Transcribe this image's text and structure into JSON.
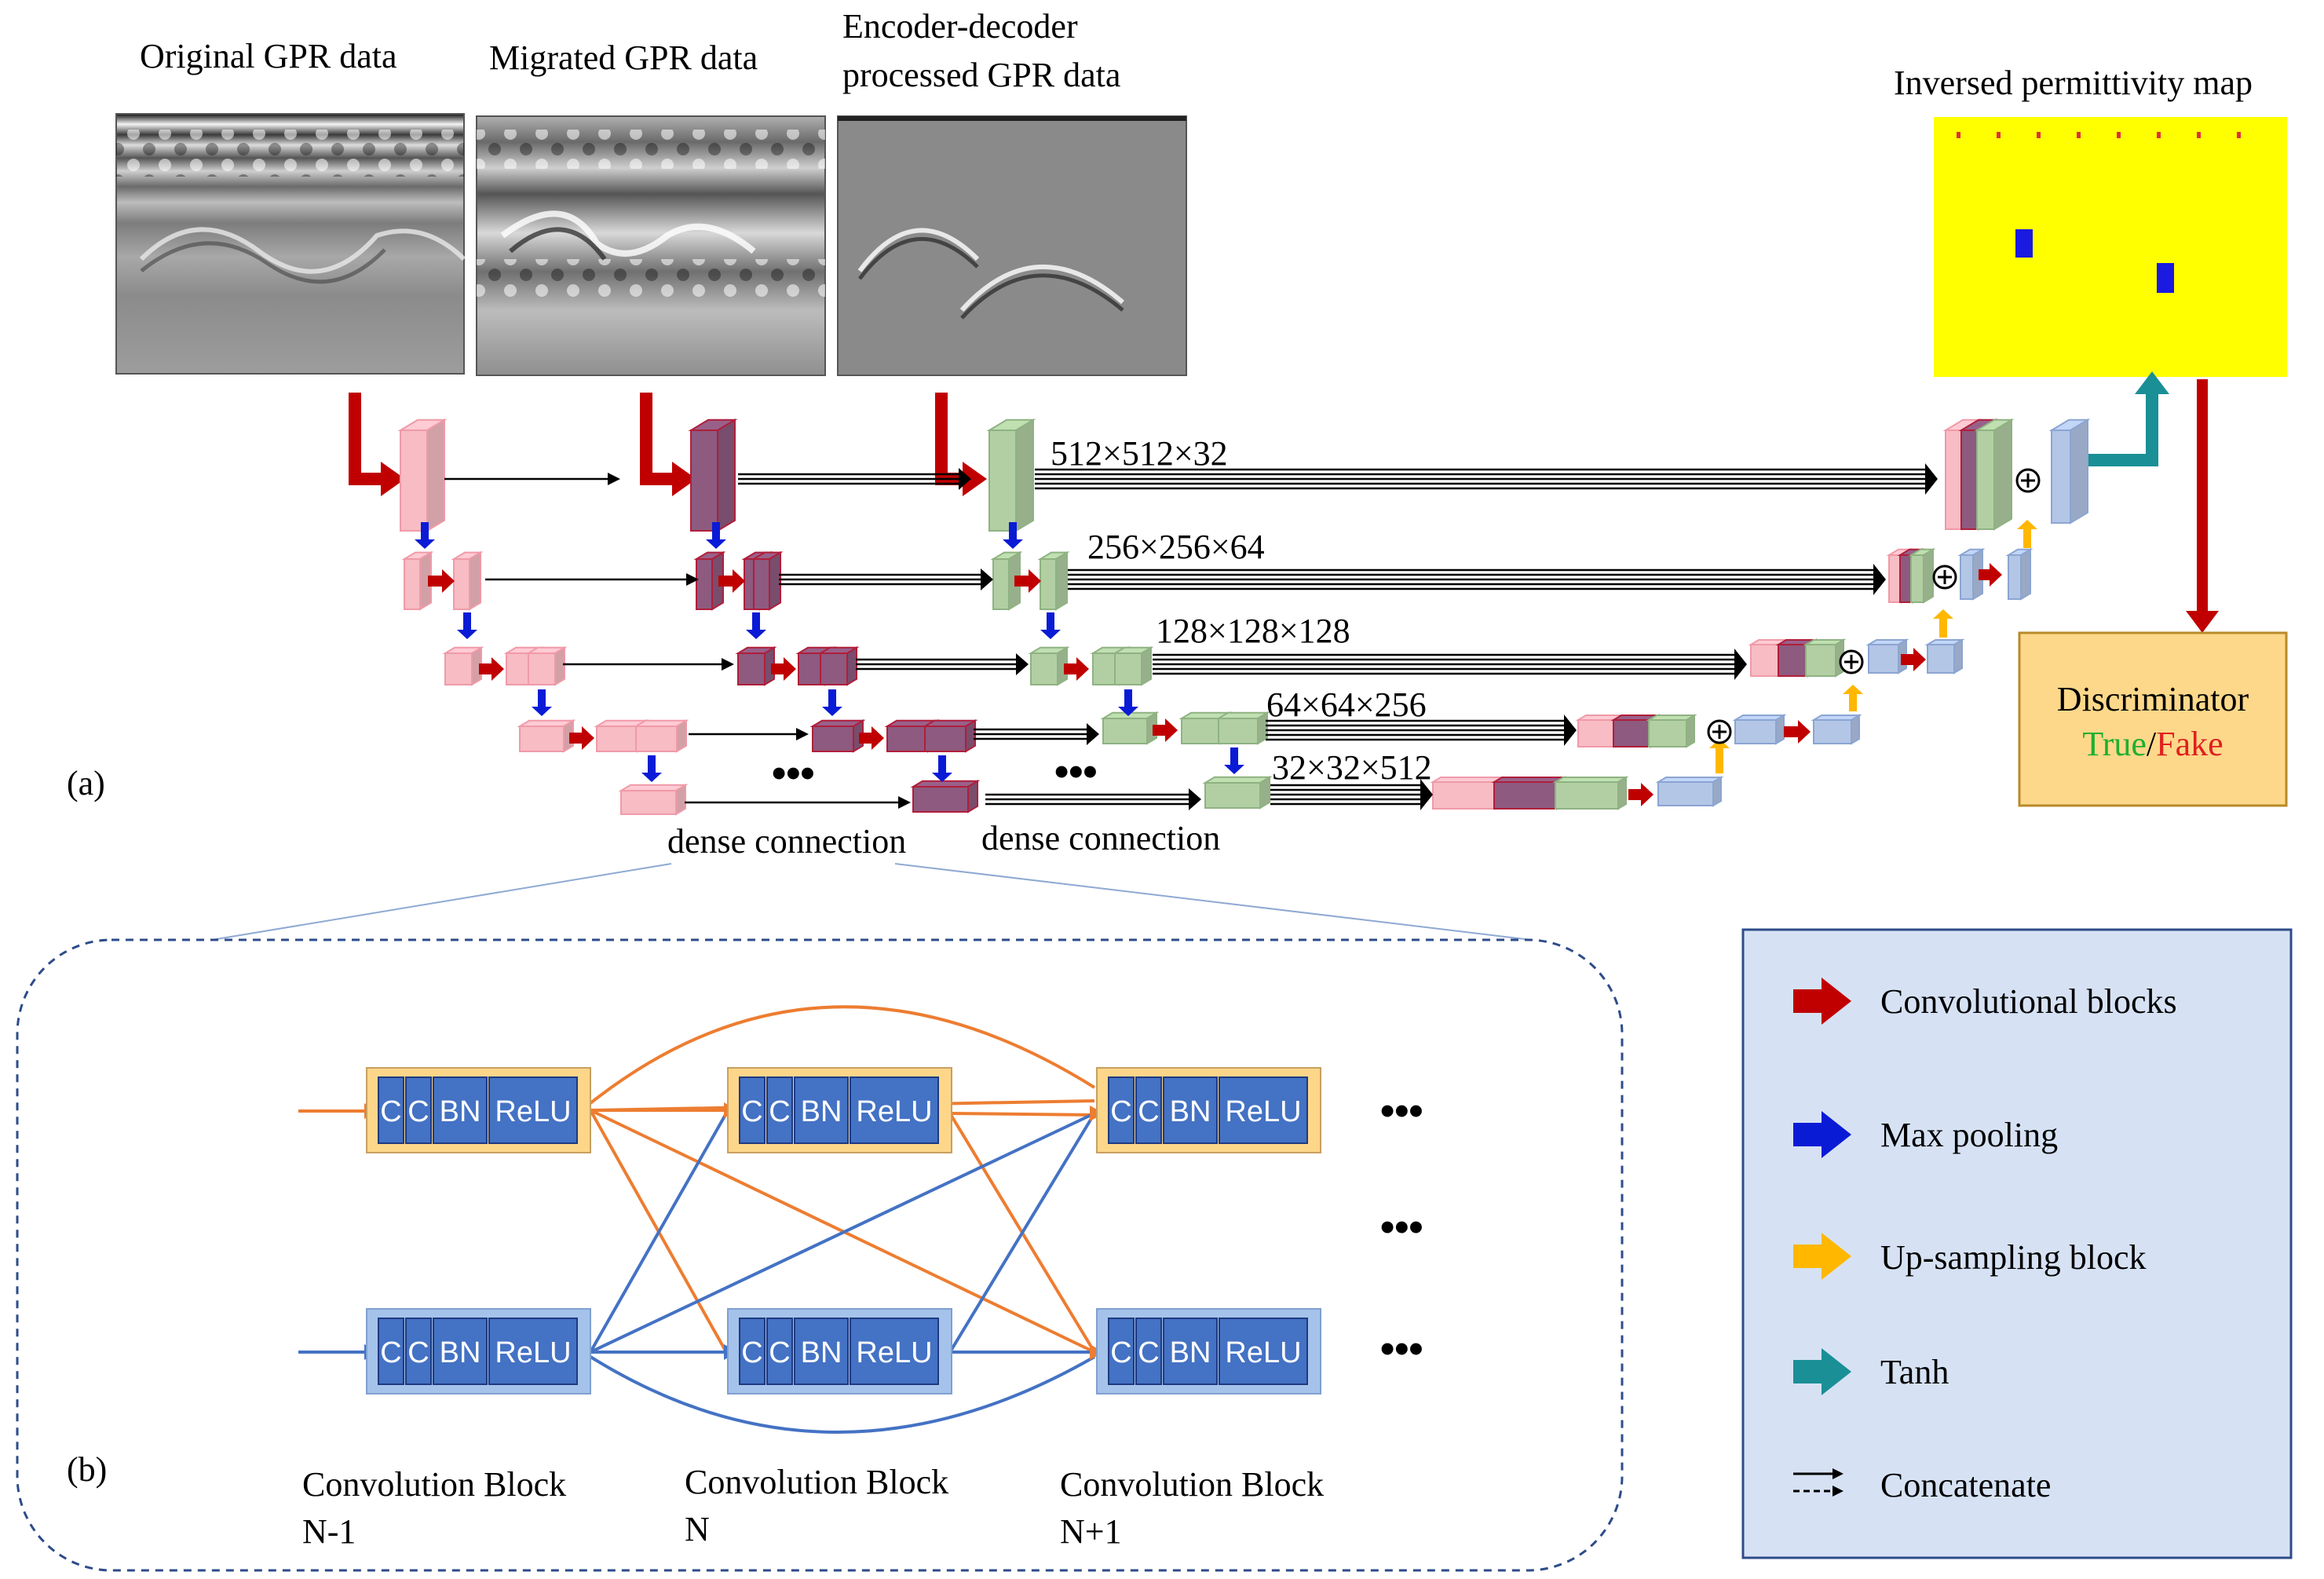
{
  "panel_a": {
    "label": "(a)",
    "image_titles": {
      "original": "Original GPR data",
      "migrated": "Migrated GPR data",
      "encoder_line1": "Encoder-decoder",
      "encoder_line2": "processed GPR data",
      "inversed": "Inversed permittivity map"
    },
    "dims": [
      "512×512×32",
      "256×256×64",
      "128×128×128",
      "64×64×256",
      "32×32×512"
    ],
    "dense_labels": [
      "dense connection",
      "dense connection"
    ],
    "ellipsis": "•••",
    "oplus": "⊕",
    "discriminator": {
      "title": "Discriminator",
      "true_text": "True",
      "slash": "/",
      "fake_text": "Fake"
    }
  },
  "panel_b": {
    "label": "(b)",
    "block_letters": {
      "c": "C",
      "bn": "BN",
      "relu": "ReLU"
    },
    "ellipsis": "•••",
    "captions": [
      {
        "line1": "Convolution Block",
        "line2": "N-1"
      },
      {
        "line1": "Convolution Block",
        "line2": "N"
      },
      {
        "line1": "Convolution Block",
        "line2": "N+1"
      }
    ]
  },
  "legend": {
    "items": [
      {
        "label": "Convolutional blocks",
        "color": "#C00000"
      },
      {
        "label": "Max pooling",
        "color": "#0A1BD6"
      },
      {
        "label": "Up-sampling block",
        "color": "#FFB700"
      },
      {
        "label": "Tanh",
        "color": "#1A8F96"
      },
      {
        "label": "Concatenate",
        "color": "#000000"
      }
    ]
  },
  "colors": {
    "conv_arrow": "#C00000",
    "pool_arrow": "#0A1BD6",
    "up_arrow": "#FFB700",
    "tanh_arrow": "#1A8F96",
    "pink": "#F7BCC4",
    "dark_red": "#8E5A80",
    "green": "#B2CFA4",
    "blue": "#B4C6E6",
    "yellow_map": "#FFFF00",
    "discriminator_bg": "#FDD88A",
    "legend_bg": "#D6E2F4",
    "orange_line": "#ED7D31",
    "blue_line": "#4472C4",
    "block_orange": "#FDD68A",
    "block_blue": "#A5C3EA",
    "block_inner": "#4472C4"
  }
}
